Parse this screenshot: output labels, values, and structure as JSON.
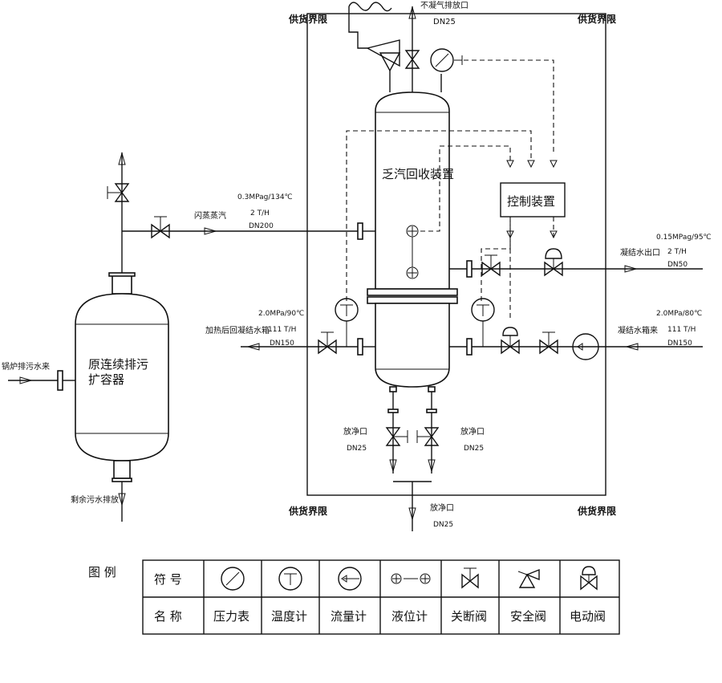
{
  "boundary": {
    "top_left": "供货界限",
    "top_right": "供货界限",
    "bottom_left": "供货界限",
    "bottom_right": "供货界限"
  },
  "vessels": {
    "recovery_unit": "乏汽回收装置",
    "old_flash_tank_line1": "原连续排污",
    "old_flash_tank_line2": "扩容器",
    "controller": "控制装置"
  },
  "streams": {
    "vent_top": {
      "name": "不凝气排放口",
      "size": "DN25"
    },
    "flash_steam": {
      "name": "闪蒸蒸汽",
      "condition": "0.3MPag/134℃",
      "flow": "2 T/H",
      "size": "DN200"
    },
    "condensate_out": {
      "name": "凝结水出口",
      "condition": "0.15MPag/95℃",
      "flow": "2 T/H",
      "size": "DN50"
    },
    "to_tank": {
      "name": "加热后回凝结水箱",
      "condition": "2.0MPa/90℃",
      "flow": "111 T/H",
      "size": "DN150"
    },
    "condensate_in": {
      "name": "凝结水箱来",
      "condition": "2.0MPa/80℃",
      "flow": "111 T/H",
      "size": "DN150"
    },
    "drain_left": {
      "name": "放净口",
      "size": "DN25"
    },
    "drain_right": {
      "name": "放净口",
      "size": "DN25"
    },
    "drain_bottom": {
      "name": "放净口",
      "size": "DN25"
    },
    "boiler_blowdown": {
      "name": "锅炉排污水来"
    },
    "residual_drain": {
      "name": "剩余污水排放"
    }
  },
  "legend": {
    "title": "图 例",
    "row1_header": "符 号",
    "row2_header": "名 称",
    "items": [
      {
        "icon": "pressure-gauge-icon",
        "name": "压力表"
      },
      {
        "icon": "thermometer-icon",
        "name": "温度计"
      },
      {
        "icon": "flow-meter-icon",
        "name": "流量计"
      },
      {
        "icon": "level-gauge-icon",
        "name": "液位计"
      },
      {
        "icon": "shutoff-valve-icon",
        "name": "关断阀"
      },
      {
        "icon": "safety-valve-icon",
        "name": "安全阀"
      },
      {
        "icon": "electric-valve-icon",
        "name": "电动阀"
      }
    ]
  }
}
